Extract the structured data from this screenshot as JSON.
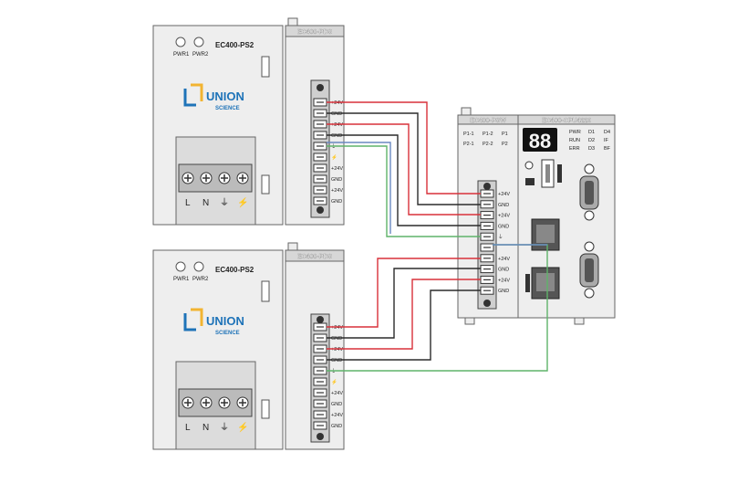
{
  "colors": {
    "red_wire": "#d8313a",
    "black_wire": "#2b2b2b",
    "green_wire": "#5fb36a",
    "blue_wire": "#6a88c0",
    "logo_blue": "#1e73b8",
    "logo_yellow": "#f2b431",
    "module_fill": "#eeeeee",
    "module_header": "#d7d7d7",
    "terminal_fill": "#cfcfcf",
    "lcd_fill": "#111111"
  },
  "ps_top": {
    "model": "EC400-PS2",
    "led_left": "PWR1",
    "led_right": "PWR2",
    "logo_main": "UNION",
    "logo_sub": "SCIENCE",
    "terminal_labels": [
      "L",
      "N",
      "⏚",
      "⚡"
    ]
  },
  "ps_bottom": {
    "model": "EC400-PS2",
    "led_left": "PWR1",
    "led_right": "PWR2",
    "logo_main": "UNION",
    "logo_sub": "SCIENCE",
    "terminal_labels": [
      "L",
      "N",
      "⏚",
      "⚡"
    ]
  },
  "pds_top": {
    "title": "EC400-PDS",
    "labels": [
      "+24V",
      "GND",
      "+24V",
      "GND",
      "⏚",
      "⚡",
      "+24V",
      "GND",
      "+24V",
      "GND"
    ]
  },
  "pds_bottom": {
    "title": "EC400-PDS",
    "labels": [
      "+24V",
      "GND",
      "+24V",
      "GND",
      "⏚",
      "⚡",
      "+24V",
      "GND",
      "+24V",
      "GND"
    ]
  },
  "psw": {
    "title": "EC400-PSW",
    "leds": [
      [
        "P1-1",
        "P1-2",
        "P1"
      ],
      [
        "P2-1",
        "P2-2",
        "P2"
      ]
    ],
    "labels": [
      "+24V",
      "GND",
      "+24V",
      "GND",
      "⏚",
      "",
      "+24V",
      "GND",
      "+24V",
      "GND"
    ]
  },
  "cpu": {
    "title": "EC400-CPU4220",
    "display": "88",
    "status": [
      [
        "PWR",
        "D1",
        "D4"
      ],
      [
        "RUN",
        "D2",
        "IF"
      ],
      [
        "ERR",
        "D3",
        "BF"
      ]
    ]
  }
}
